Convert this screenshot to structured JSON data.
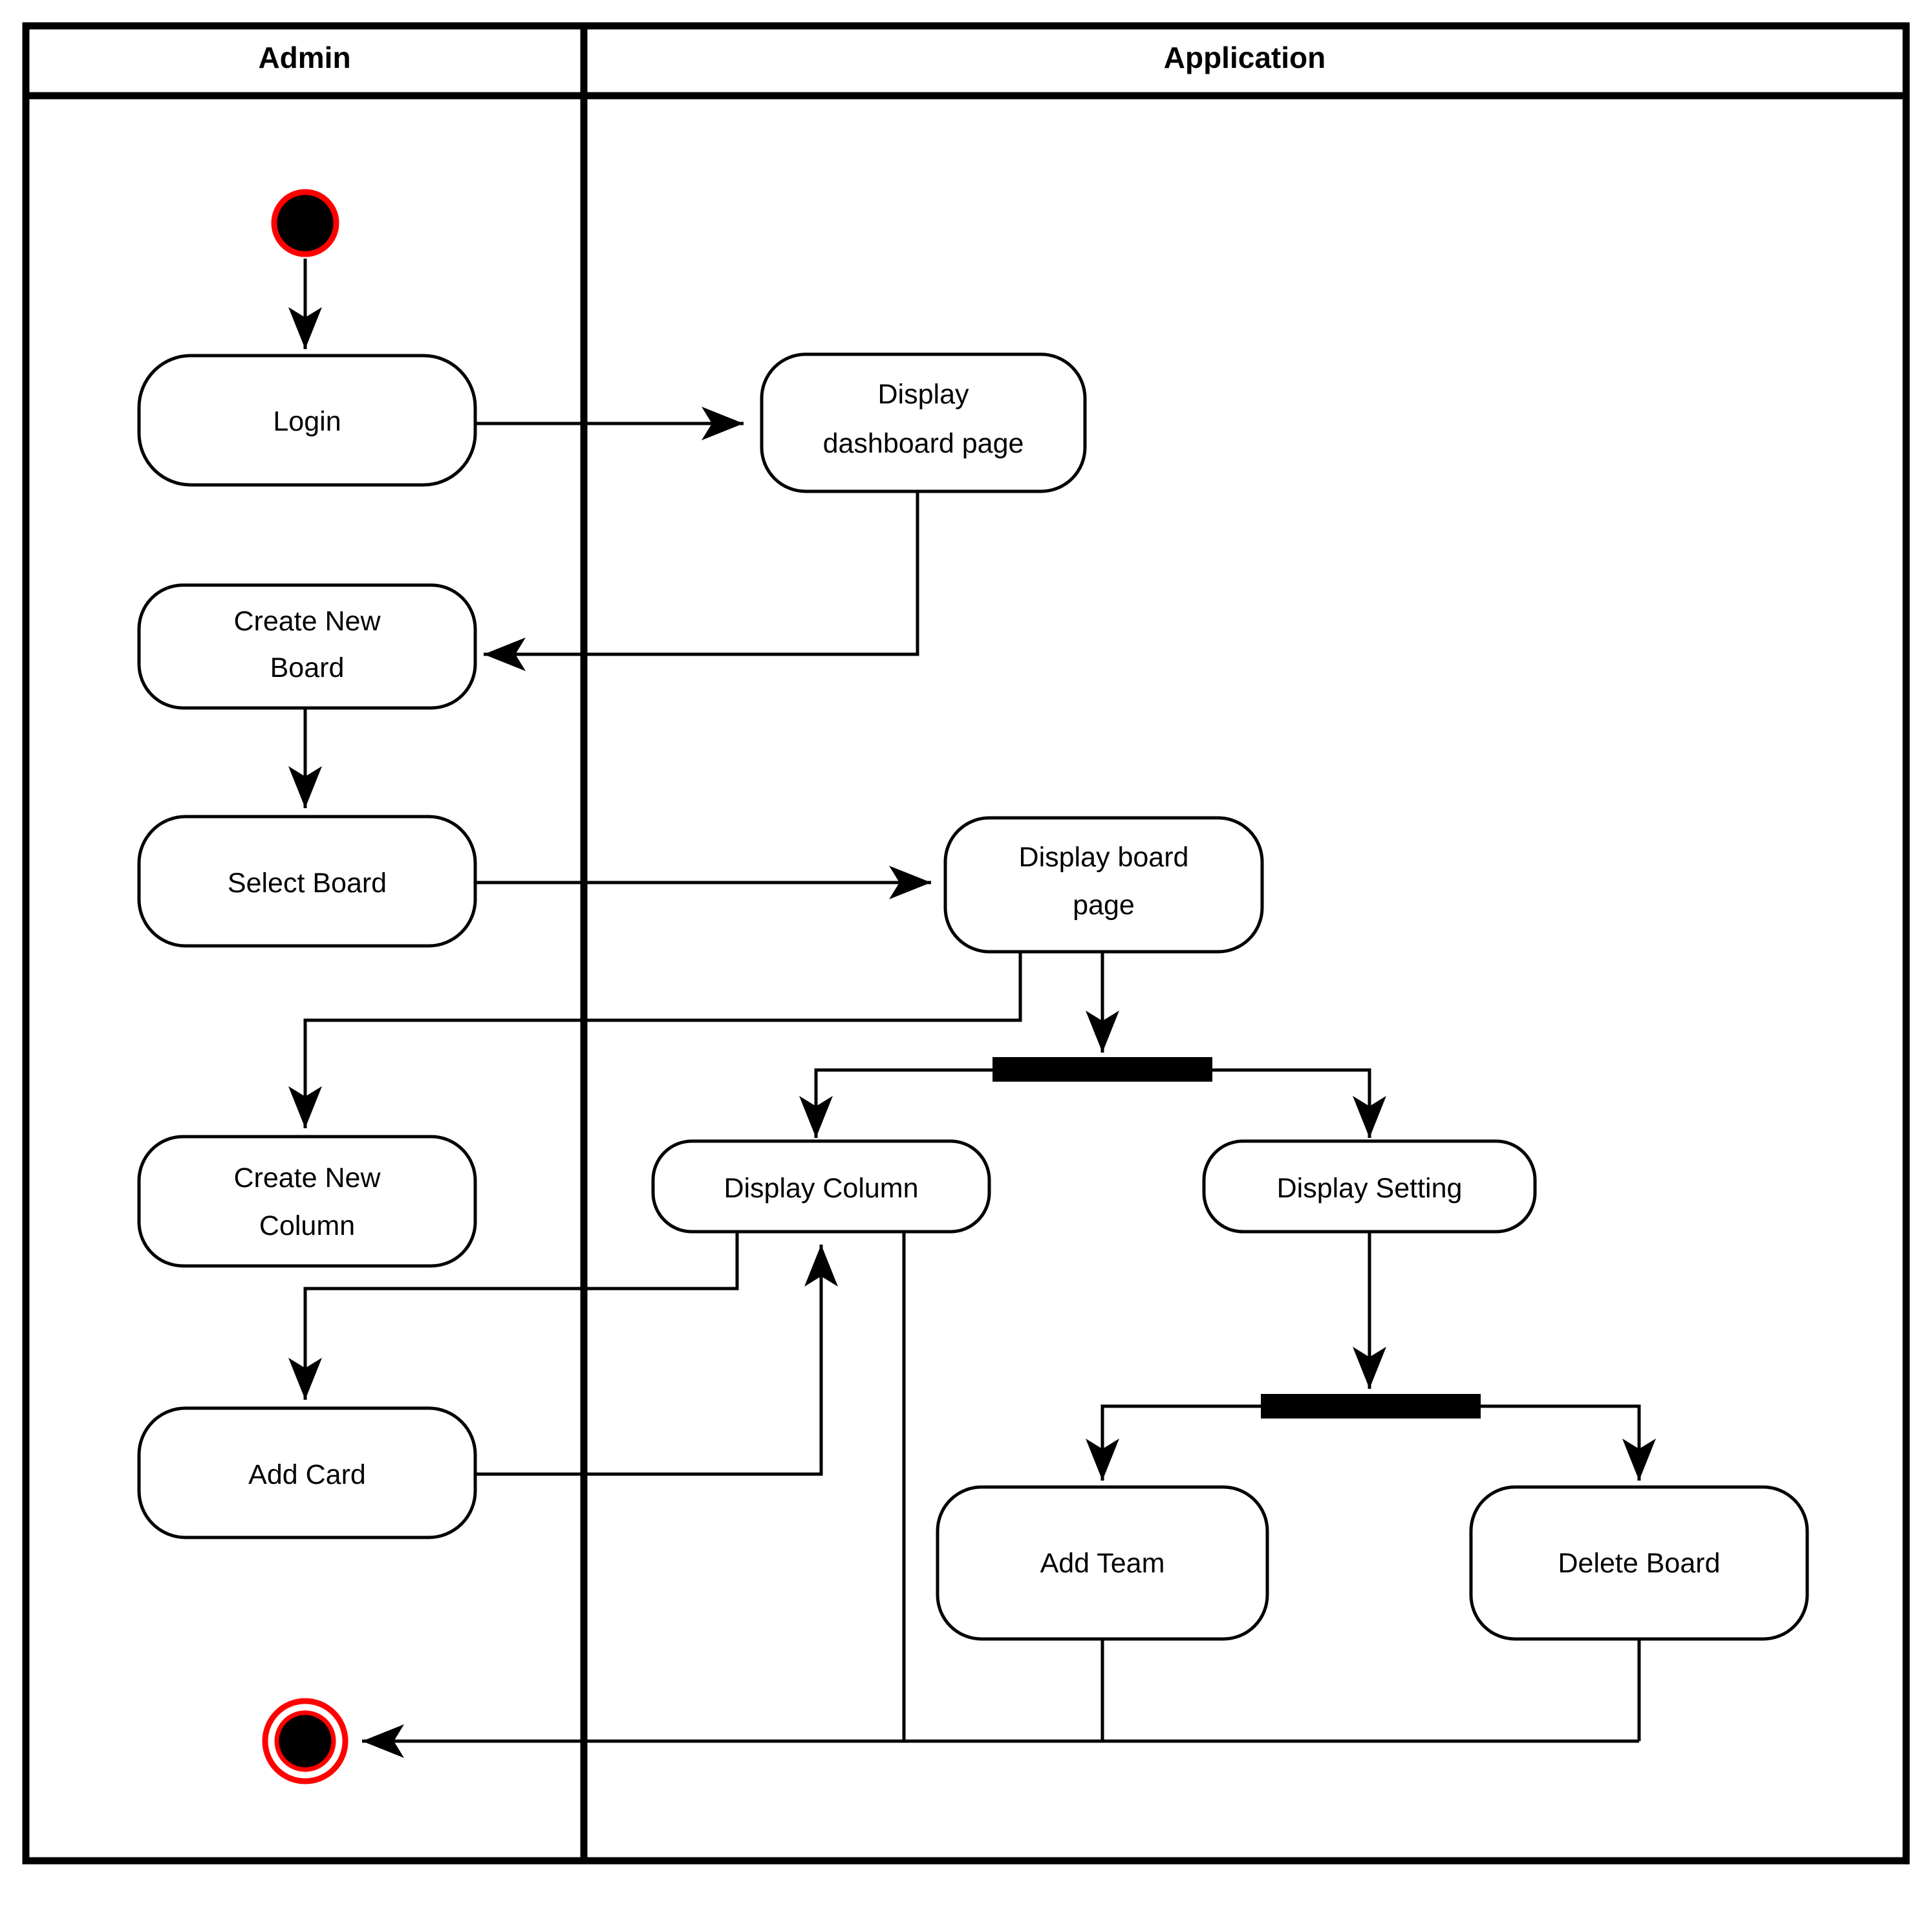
{
  "diagram": {
    "type": "uml-activity-diagram",
    "lanes": [
      {
        "id": "admin",
        "title": "Admin"
      },
      {
        "id": "application",
        "title": "Application"
      }
    ],
    "nodes": {
      "start": {
        "kind": "initial-node",
        "label": ""
      },
      "login": {
        "kind": "action",
        "label": "Login",
        "lane": "admin"
      },
      "display_dashboard": {
        "kind": "action",
        "label_line1": "Display",
        "label_line2": "dashboard page",
        "lane": "application"
      },
      "create_new_board": {
        "kind": "action",
        "label_line1": "Create New",
        "label_line2": "Board",
        "lane": "admin"
      },
      "select_board": {
        "kind": "action",
        "label": "Select Board",
        "lane": "admin"
      },
      "display_board_page": {
        "kind": "action",
        "label_line1": "Display board",
        "label_line2": "page",
        "lane": "application"
      },
      "fork_board": {
        "kind": "fork-bar",
        "label": ""
      },
      "create_new_column": {
        "kind": "action",
        "label_line1": "Create New",
        "label_line2": "Column",
        "lane": "admin"
      },
      "display_column": {
        "kind": "action",
        "label": "Display Column",
        "lane": "application"
      },
      "display_setting": {
        "kind": "action",
        "label": "Display Setting",
        "lane": "application"
      },
      "fork_setting": {
        "kind": "fork-bar",
        "label": ""
      },
      "add_card": {
        "kind": "action",
        "label": "Add Card",
        "lane": "admin"
      },
      "add_team": {
        "kind": "action",
        "label": "Add Team",
        "lane": "application"
      },
      "delete_board": {
        "kind": "action",
        "label": "Delete Board",
        "lane": "application"
      },
      "end": {
        "kind": "final-node",
        "label": ""
      }
    },
    "edges": [
      {
        "from": "start",
        "to": "login"
      },
      {
        "from": "login",
        "to": "display_dashboard"
      },
      {
        "from": "display_dashboard",
        "to": "create_new_board"
      },
      {
        "from": "create_new_board",
        "to": "select_board"
      },
      {
        "from": "select_board",
        "to": "display_board_page"
      },
      {
        "from": "display_board_page",
        "to": "create_new_column"
      },
      {
        "from": "display_board_page",
        "to": "fork_board"
      },
      {
        "from": "fork_board",
        "to": "display_column"
      },
      {
        "from": "fork_board",
        "to": "display_setting"
      },
      {
        "from": "display_column",
        "to": "add_card"
      },
      {
        "from": "add_card",
        "to": "display_column"
      },
      {
        "from": "display_column",
        "to": "end"
      },
      {
        "from": "display_setting",
        "to": "fork_setting"
      },
      {
        "from": "fork_setting",
        "to": "add_team"
      },
      {
        "from": "fork_setting",
        "to": "delete_board"
      },
      {
        "from": "add_team",
        "to": "end"
      },
      {
        "from": "delete_board",
        "to": "end"
      }
    ],
    "colors": {
      "stroke": "#000000",
      "node_fill": "#ffffff",
      "background": "#ffffff",
      "terminal_accent": "#ff0000"
    }
  }
}
